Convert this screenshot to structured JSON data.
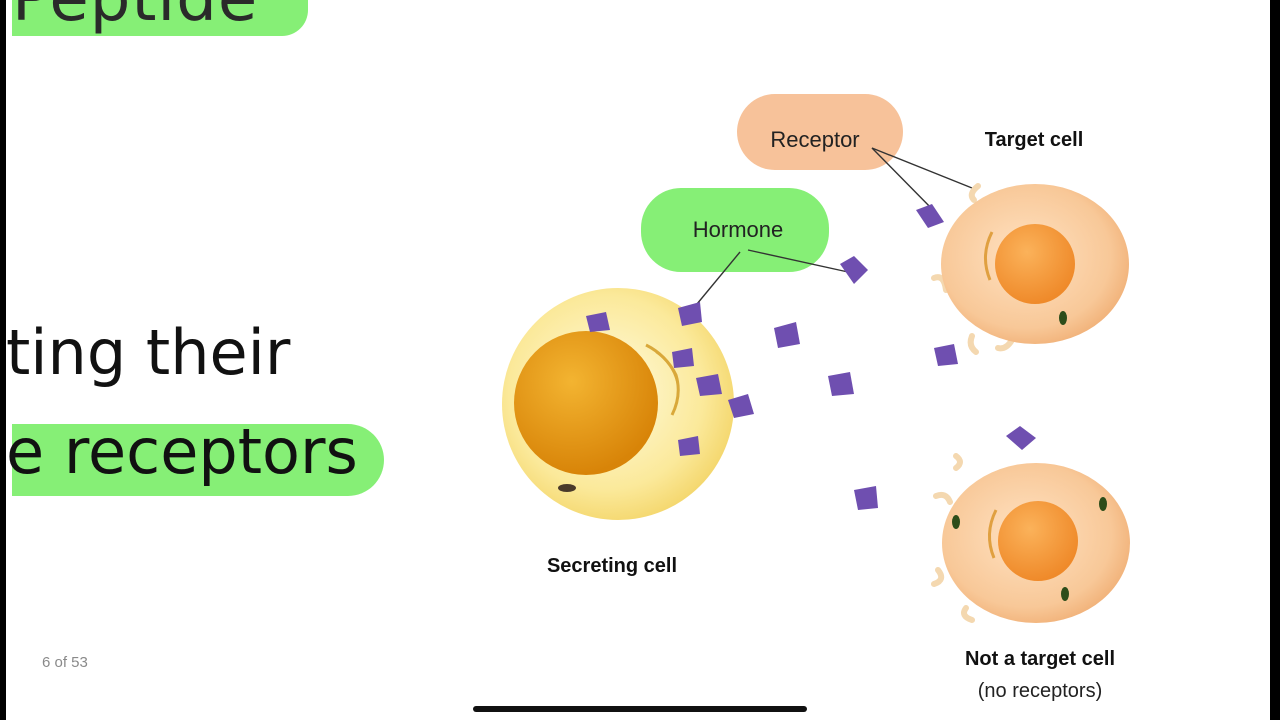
{
  "slide": {
    "title_fragment": "Peptide",
    "body_line1": "ting their",
    "body_line2": "e receptors",
    "page_indicator": "6 of 53"
  },
  "diagram": {
    "labels": {
      "receptor": "Receptor",
      "hormone": "Hormone",
      "target_cell": "Target cell",
      "secreting_cell": "Secreting cell",
      "not_target_cell": "Not a target cell",
      "no_receptors": "(no receptors)"
    }
  },
  "colors": {
    "highlight_green": "#86ef76",
    "receptor_bubble": "#f7c29a",
    "hormone_bubble": "#86ef76",
    "hormone_particle": "#6f4fb0",
    "secreting_cell": "#fbe99a",
    "secreting_nucleus": "#e89a0e",
    "target_cell": "#f8c898",
    "target_nucleus": "#f39a3c"
  }
}
